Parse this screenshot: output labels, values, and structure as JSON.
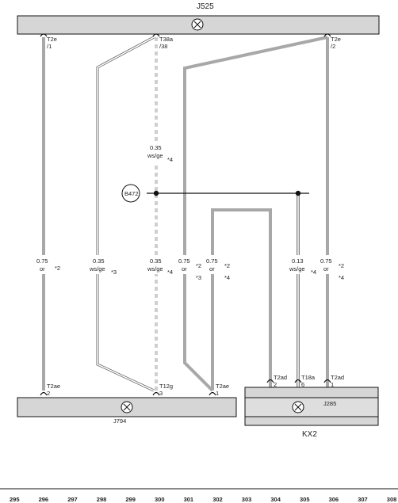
{
  "components": {
    "top_bar": "J525",
    "bottom_left_bar": "J794",
    "bottom_right_unit": "J285",
    "bottom_right_group": "KX2",
    "sensor": "B472"
  },
  "connectors": {
    "top_1": "T2e",
    "top_1_pin": "/1",
    "top_2": "T38a",
    "top_2_pin": "/38",
    "top_3": "T2e",
    "top_3_pin": "/2",
    "bot_1": "T2ae",
    "bot_1_pin": "2",
    "bot_2": "T12g",
    "bot_2_pin": "3",
    "bot_3": "T2ae",
    "bot_3_pin": "1",
    "bot_4": "T2ad",
    "bot_4_pin": "2",
    "bot_5": "T18a",
    "bot_5_pin": "6",
    "bot_6": "T2ad",
    "bot_6_pin": "1"
  },
  "wires": {
    "upper_size": "0.35",
    "upper_color": "ws/ge",
    "upper_note": "*4",
    "w1_size": "0.75",
    "w1_color": "or",
    "w1_note": "*2",
    "w2_size": "0.35",
    "w2_color": "ws/ge",
    "w2_note": "*3",
    "w3_size": "0.35",
    "w3_color": "ws/ge",
    "w3_note": "*4",
    "w4_size": "0.75",
    "w4_color": "or",
    "w4_note": "*2",
    "w4_note2": "*3",
    "w5_size": "0.75",
    "w5_color": "or",
    "w5_note": "*2",
    "w5_note2": "*4",
    "w6_size": "0.13",
    "w6_color": "ws/ge",
    "w6_note": "*4",
    "w7_size": "0.75",
    "w7_color": "or",
    "w7_note": "*2",
    "w7_note2": "*4"
  },
  "columns": [
    "295",
    "296",
    "297",
    "298",
    "299",
    "300",
    "301",
    "302",
    "303",
    "304",
    "305",
    "306",
    "307",
    "308"
  ],
  "colors": {
    "bar": "#d6d6d6",
    "wire_or": "#a8a8a8",
    "wire_light": "#cfcfcf",
    "line": "#111111"
  }
}
